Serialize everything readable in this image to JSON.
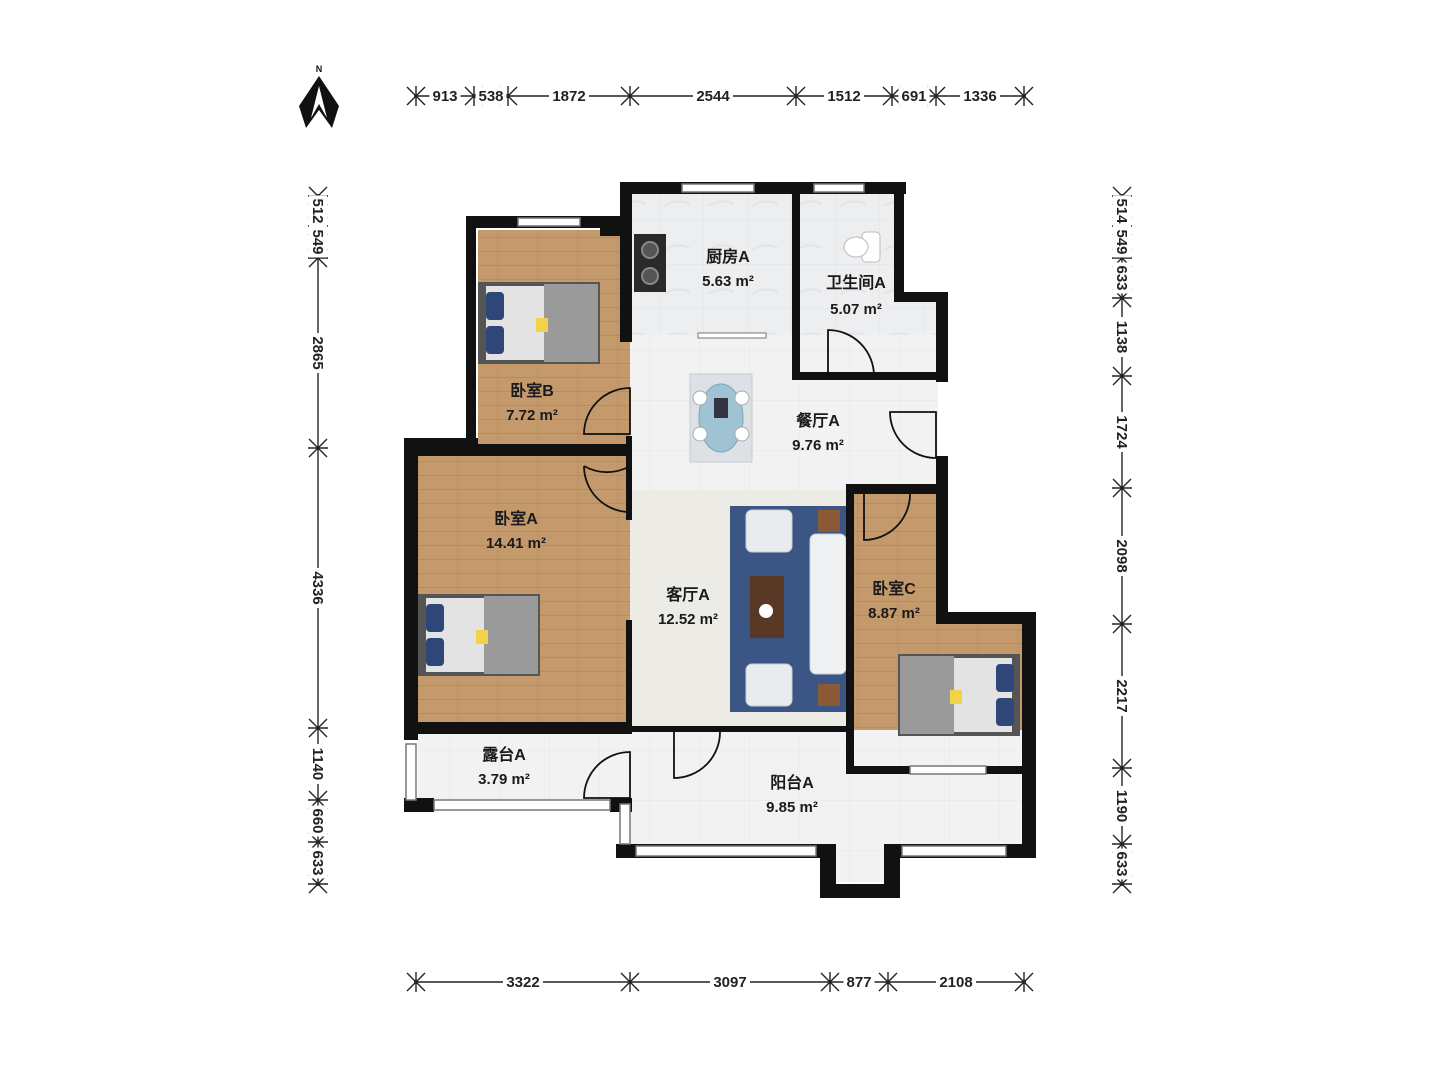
{
  "compass": {
    "north_label": "N"
  },
  "dimensions": {
    "top": [
      "913",
      "538",
      "1872",
      "2544",
      "1512",
      "691",
      "1336"
    ],
    "bottom": [
      "3322",
      "3097",
      "877",
      "2108"
    ],
    "left": [
      "512",
      "549",
      "2865",
      "4336",
      "1140",
      "660",
      "633"
    ],
    "right": [
      "514",
      "549",
      "633",
      "1138",
      "1724",
      "2098",
      "2217",
      "1190",
      "633"
    ]
  },
  "rooms": {
    "kitchen": {
      "name": "厨房A",
      "area": "5.63 m²"
    },
    "bathroom": {
      "name": "卫生间A",
      "area": "5.07 m²"
    },
    "bedroom_b": {
      "name": "卧室B",
      "area": "7.72 m²"
    },
    "dining": {
      "name": "餐厅A",
      "area": "9.76 m²"
    },
    "bedroom_a": {
      "name": "卧室A",
      "area": "14.41 m²"
    },
    "living": {
      "name": "客厅A",
      "area": "12.52 m²"
    },
    "bedroom_c": {
      "name": "卧室C",
      "area": "8.87 m²"
    },
    "terrace": {
      "name": "露台A",
      "area": "3.79 m²"
    },
    "balcony": {
      "name": "阳台A",
      "area": "9.85 m²"
    }
  },
  "colors": {
    "wall": "#111111",
    "wood_floor": "#c49a6c",
    "tile_floor": "#eef0f2",
    "light_floor": "#f1f1f1",
    "rug": "#3b5684"
  }
}
